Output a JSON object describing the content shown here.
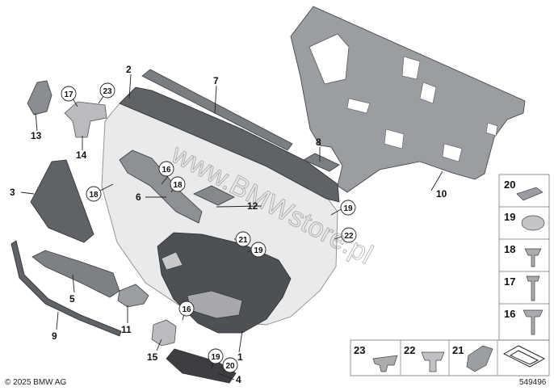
{
  "diagram": {
    "callouts": {
      "c1": "1",
      "c2": "2",
      "c3": "3",
      "c4": "4",
      "c5": "5",
      "c6": "6",
      "c7": "7",
      "c8": "8",
      "c9": "9",
      "c10": "10",
      "c11": "11",
      "c12": "12",
      "c13": "13",
      "c14": "14",
      "c15": "15",
      "c16a": "16",
      "c16b": "16",
      "c17": "17",
      "c18a": "18",
      "c18b": "18",
      "c19a": "19",
      "c19b": "19",
      "c19c": "19",
      "c20": "20",
      "c21": "21",
      "c22": "22",
      "c23": "23"
    },
    "legend": {
      "side": [
        "20",
        "19",
        "18",
        "17",
        "16"
      ],
      "bottom": [
        "23",
        "22",
        "21"
      ]
    },
    "watermark": "www.BMWstore.pl",
    "copyright": "© 2025 BMW AG",
    "diagram_number": "549496"
  }
}
